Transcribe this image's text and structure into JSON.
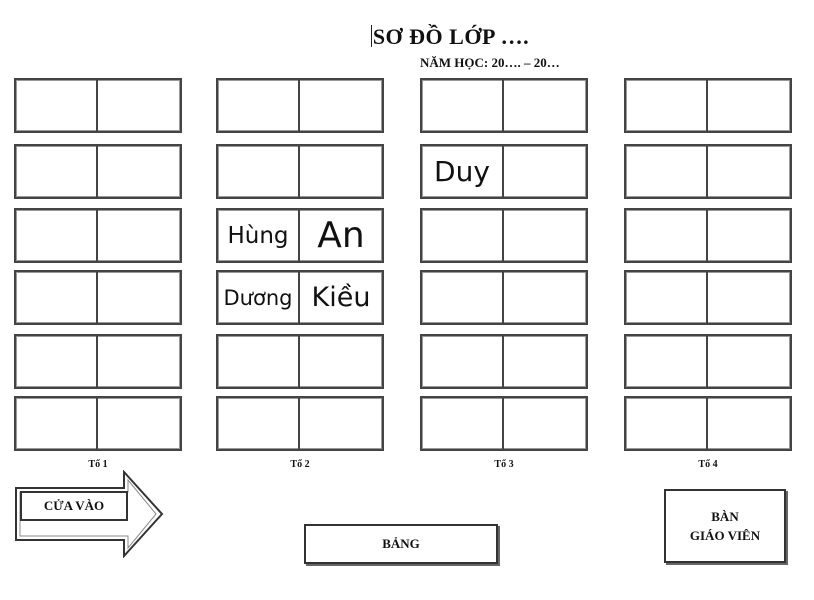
{
  "header": {
    "title": "SƠ ĐỒ LỚP ….",
    "school_year": "NĂM HỌC: 20…. – 20…"
  },
  "groups": [
    {
      "label": "Tổ 1",
      "desks": [
        {
          "left": "",
          "right": ""
        },
        {
          "left": "",
          "right": ""
        },
        {
          "left": "",
          "right": ""
        },
        {
          "left": "",
          "right": ""
        },
        {
          "left": "",
          "right": ""
        },
        {
          "left": "",
          "right": ""
        }
      ]
    },
    {
      "label": "Tổ 2",
      "desks": [
        {
          "left": "",
          "right": ""
        },
        {
          "left": "",
          "right": ""
        },
        {
          "left": "Hùng",
          "right": "An"
        },
        {
          "left": "Dương",
          "right": "Kiều"
        },
        {
          "left": "",
          "right": ""
        },
        {
          "left": "",
          "right": ""
        }
      ]
    },
    {
      "label": "Tổ 3",
      "desks": [
        {
          "left": "",
          "right": ""
        },
        {
          "left": "Duy",
          "right": ""
        },
        {
          "left": "",
          "right": ""
        },
        {
          "left": "",
          "right": ""
        },
        {
          "left": "",
          "right": ""
        },
        {
          "left": "",
          "right": ""
        }
      ]
    },
    {
      "label": "Tổ 4",
      "desks": [
        {
          "left": "",
          "right": ""
        },
        {
          "left": "",
          "right": ""
        },
        {
          "left": "",
          "right": ""
        },
        {
          "left": "",
          "right": ""
        },
        {
          "left": "",
          "right": ""
        },
        {
          "left": "",
          "right": ""
        }
      ]
    }
  ],
  "door": {
    "label": "CỬA VÀO"
  },
  "board": {
    "label": "BẢNG"
  },
  "teacher_desk": {
    "line1": "BÀN",
    "line2": "GIÁO VIÊN"
  }
}
